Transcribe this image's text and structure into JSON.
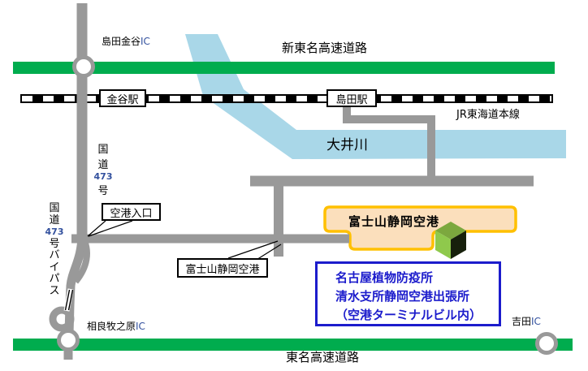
{
  "expressway_top": {
    "label": "新東名高速道路"
  },
  "expressway_bottom": {
    "label": "東名高速道路"
  },
  "railway": {
    "label": "JR東海道本線"
  },
  "stations": {
    "kanaya": "金谷駅",
    "shimada": "島田駅"
  },
  "river": {
    "label": "大井川"
  },
  "interchanges": {
    "shimada_kanaya": {
      "name": "島田金谷",
      "suffix": "IC"
    },
    "sagara_makinohara": {
      "name": "相良牧之原",
      "suffix": "IC"
    },
    "yoshida": {
      "name": "吉田",
      "suffix": "IC"
    }
  },
  "roads": {
    "route473": {
      "prefix": [
        "国",
        "道"
      ],
      "number": "473",
      "suffix": [
        "号"
      ]
    },
    "route473_bypass": {
      "prefix": [
        "国",
        "道"
      ],
      "number": "473",
      "suffix": [
        "号",
        "バ",
        "イ",
        "パ",
        "ス"
      ]
    }
  },
  "callouts": {
    "airport_entrance": "空港入口",
    "airport_road_label": "富士山静岡空港"
  },
  "airport": {
    "title": "富士山静岡空港"
  },
  "info_box": {
    "line1": "名古屋植物防疫所",
    "line2": "清水支所静岡空港出張所",
    "line3": "（空港ターミナルビル内）"
  },
  "colors": {
    "road_gray": "#999999",
    "expressway_green": "#00AC4E",
    "river_blue": "#A9D7E8",
    "railway_black": "#000000",
    "airport_fill": "#FBDFBC",
    "airport_border": "#FFC000",
    "info_blue": "#1C1CCC",
    "cube_top": "#7CA83E",
    "cube_left": "#8FC94C",
    "cube_right": "#17200C",
    "latin_number_blue": "#33519E"
  }
}
